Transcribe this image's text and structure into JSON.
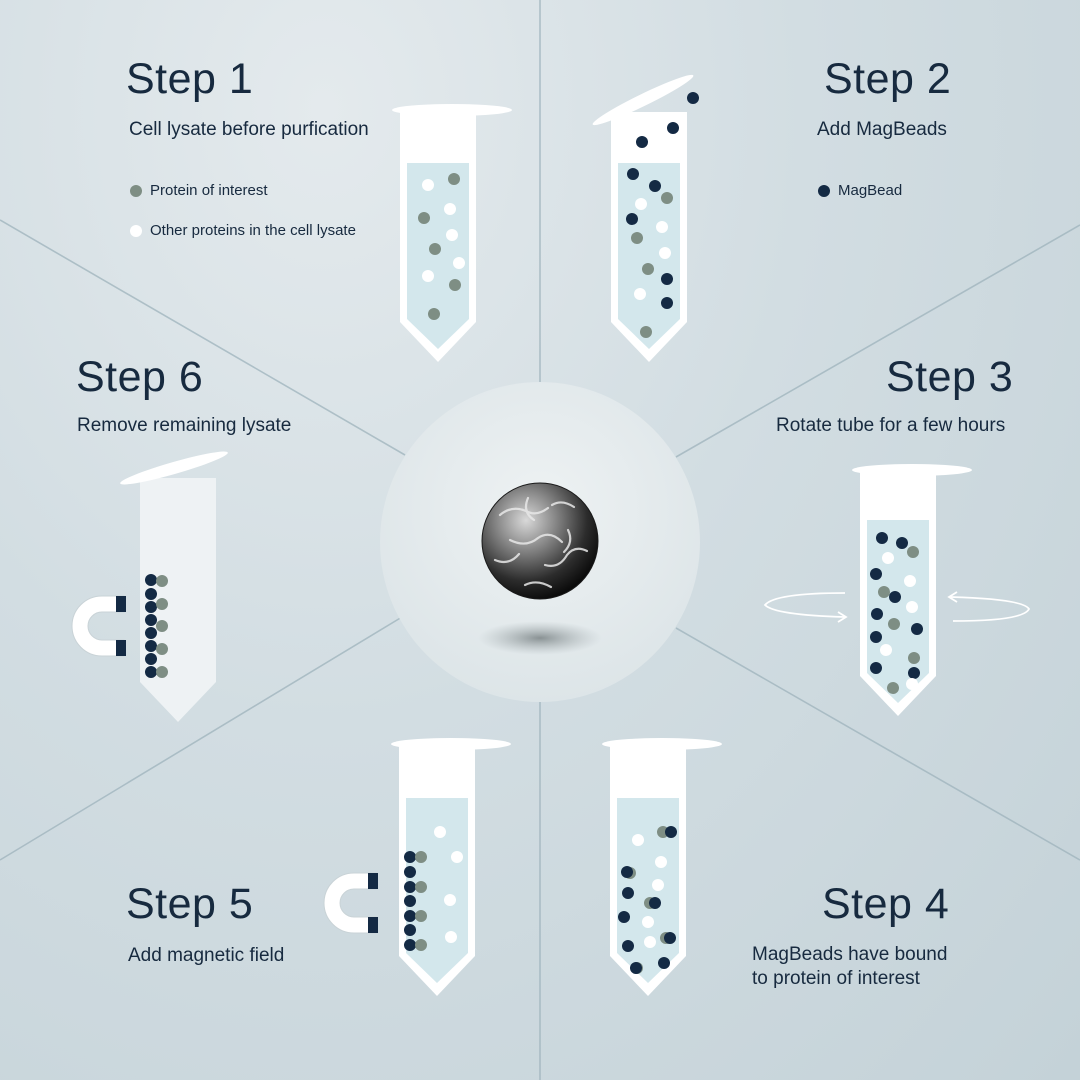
{
  "colors": {
    "protein": "#7e8e84",
    "other": "#ffffff",
    "bead": "#142a44",
    "liquid": "#d3e7ec",
    "tube": "#ffffff",
    "text": "#172a3f"
  },
  "center": {
    "icon": "magnetic-bead-sphere"
  },
  "steps": [
    {
      "title": "Step 1",
      "description": "Cell lysate before purfication"
    },
    {
      "title": "Step 2",
      "description": "Add MagBeads"
    },
    {
      "title": "Step 3",
      "description": "Rotate tube for a few hours"
    },
    {
      "title": "Step 4",
      "description_line1": "MagBeads have bound",
      "description_line2": "to protein of interest"
    },
    {
      "title": "Step 5",
      "description": "Add magnetic field"
    },
    {
      "title": "Step 6",
      "description": "Remove remaining lysate"
    }
  ],
  "legend": {
    "protein": "Protein of interest",
    "other": "Other proteins in the cell lysate",
    "bead": "MagBead"
  }
}
